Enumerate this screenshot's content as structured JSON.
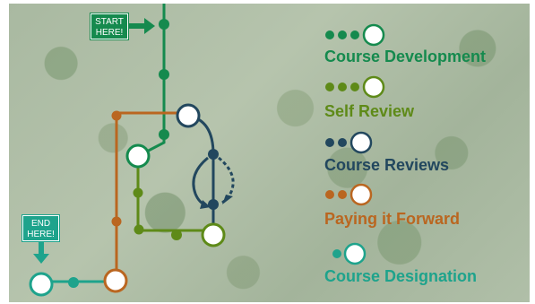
{
  "signs": {
    "start": {
      "line1": "START",
      "line2": "HERE!"
    },
    "end": {
      "line1": "END",
      "line2": "HERE!"
    }
  },
  "colors": {
    "course_development": "#158a4e",
    "self_review": "#5e8a18",
    "course_reviews": "#22475e",
    "paying_it_forward": "#ba6620",
    "course_designation": "#1ea38c",
    "start_sign": "#158a4e",
    "end_sign": "#1ea38c"
  },
  "legend": [
    {
      "label": "Course Development",
      "small_dots": 3,
      "color": "#158a4e"
    },
    {
      "label": "Self Review",
      "small_dots": 3,
      "color": "#5e8a18"
    },
    {
      "label": "Course Reviews",
      "small_dots": 2,
      "color": "#22475e"
    },
    {
      "label": "Paying it Forward",
      "small_dots": 2,
      "color": "#ba6620"
    },
    {
      "label": "Course Designation",
      "small_dots": 1,
      "color": "#1ea38c"
    }
  ]
}
